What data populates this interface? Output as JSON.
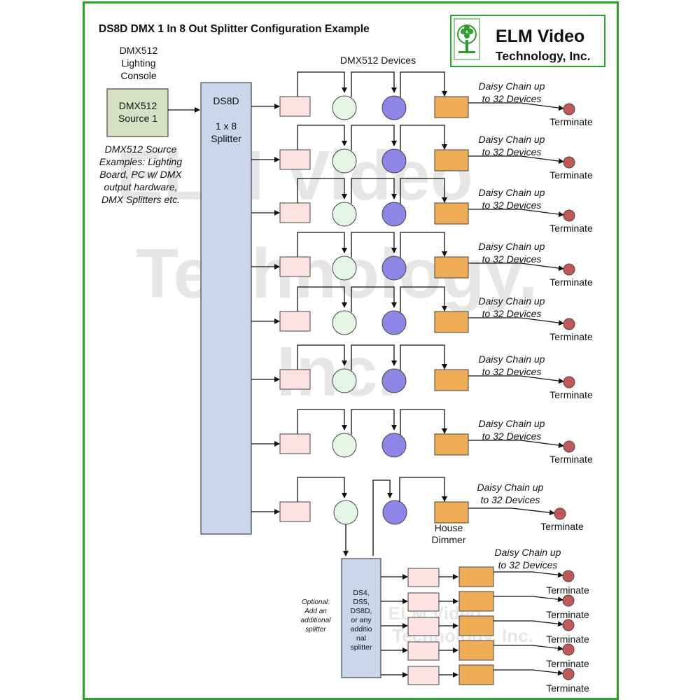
{
  "title": "DS8D DMX 1 In 8 Out Splitter Configuration Example",
  "logo": {
    "line1": "ELM Video",
    "line2": "Technology, Inc.",
    "tree_icon": "tree-icon",
    "colors": {
      "tree": "#2e9e2e",
      "border": "#28a428"
    }
  },
  "watermark": [
    "ELM Video",
    "Technology,",
    "Inc."
  ],
  "watermark_small": [
    "ELM Video",
    "Technology, Inc."
  ],
  "console": {
    "caption": [
      "DMX512",
      "Lighting",
      "Console"
    ],
    "box": [
      "DMX512",
      "Source 1"
    ],
    "examples": [
      "DMX512 Source",
      "Examples: Lighting",
      "Board, PC w/ DMX",
      "output hardware,",
      "DMX Splitters etc."
    ]
  },
  "splitter": {
    "lines": [
      "DS8D",
      "",
      "1 x 8",
      "Splitter"
    ]
  },
  "devices_label": "DMX512 Devices",
  "daisy": [
    "Daisy Chain up",
    "to 32 Devices"
  ],
  "terminate": "Terminate",
  "house_dimmer": [
    "House",
    "Dimmer"
  ],
  "optional_note": [
    "Optional:",
    "Add an",
    "additional",
    "splitter"
  ],
  "second_splitter": {
    "lines": [
      "DS4,",
      "DS5,",
      "DS8D,",
      "or any",
      "additio",
      "nal",
      "splitter"
    ]
  },
  "colors": {
    "console_fill": "#d6e1c4",
    "splitter_fill": "#c9d7eb",
    "pink": "#fde2e2",
    "green_circle": "#e4f7e4",
    "purple_circle": "#8f85e6",
    "orange": "#f0ad55",
    "terminator": "#c25858"
  }
}
